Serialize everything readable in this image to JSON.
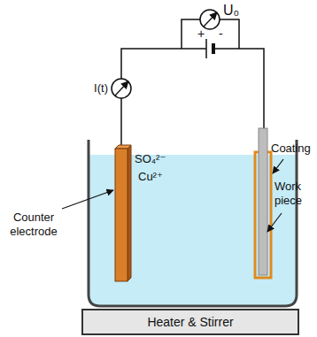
{
  "diagram": {
    "nodes": [
      {
        "text": [
          "Heater & Stirrer"
        ]
      }
    ],
    "labels": [
      "U₀",
      "+",
      "-",
      "I(t)",
      "SO₄²⁻",
      "Cu²⁺",
      "Coating",
      "Counter electrode",
      "Work piece"
    ]
  }
}
